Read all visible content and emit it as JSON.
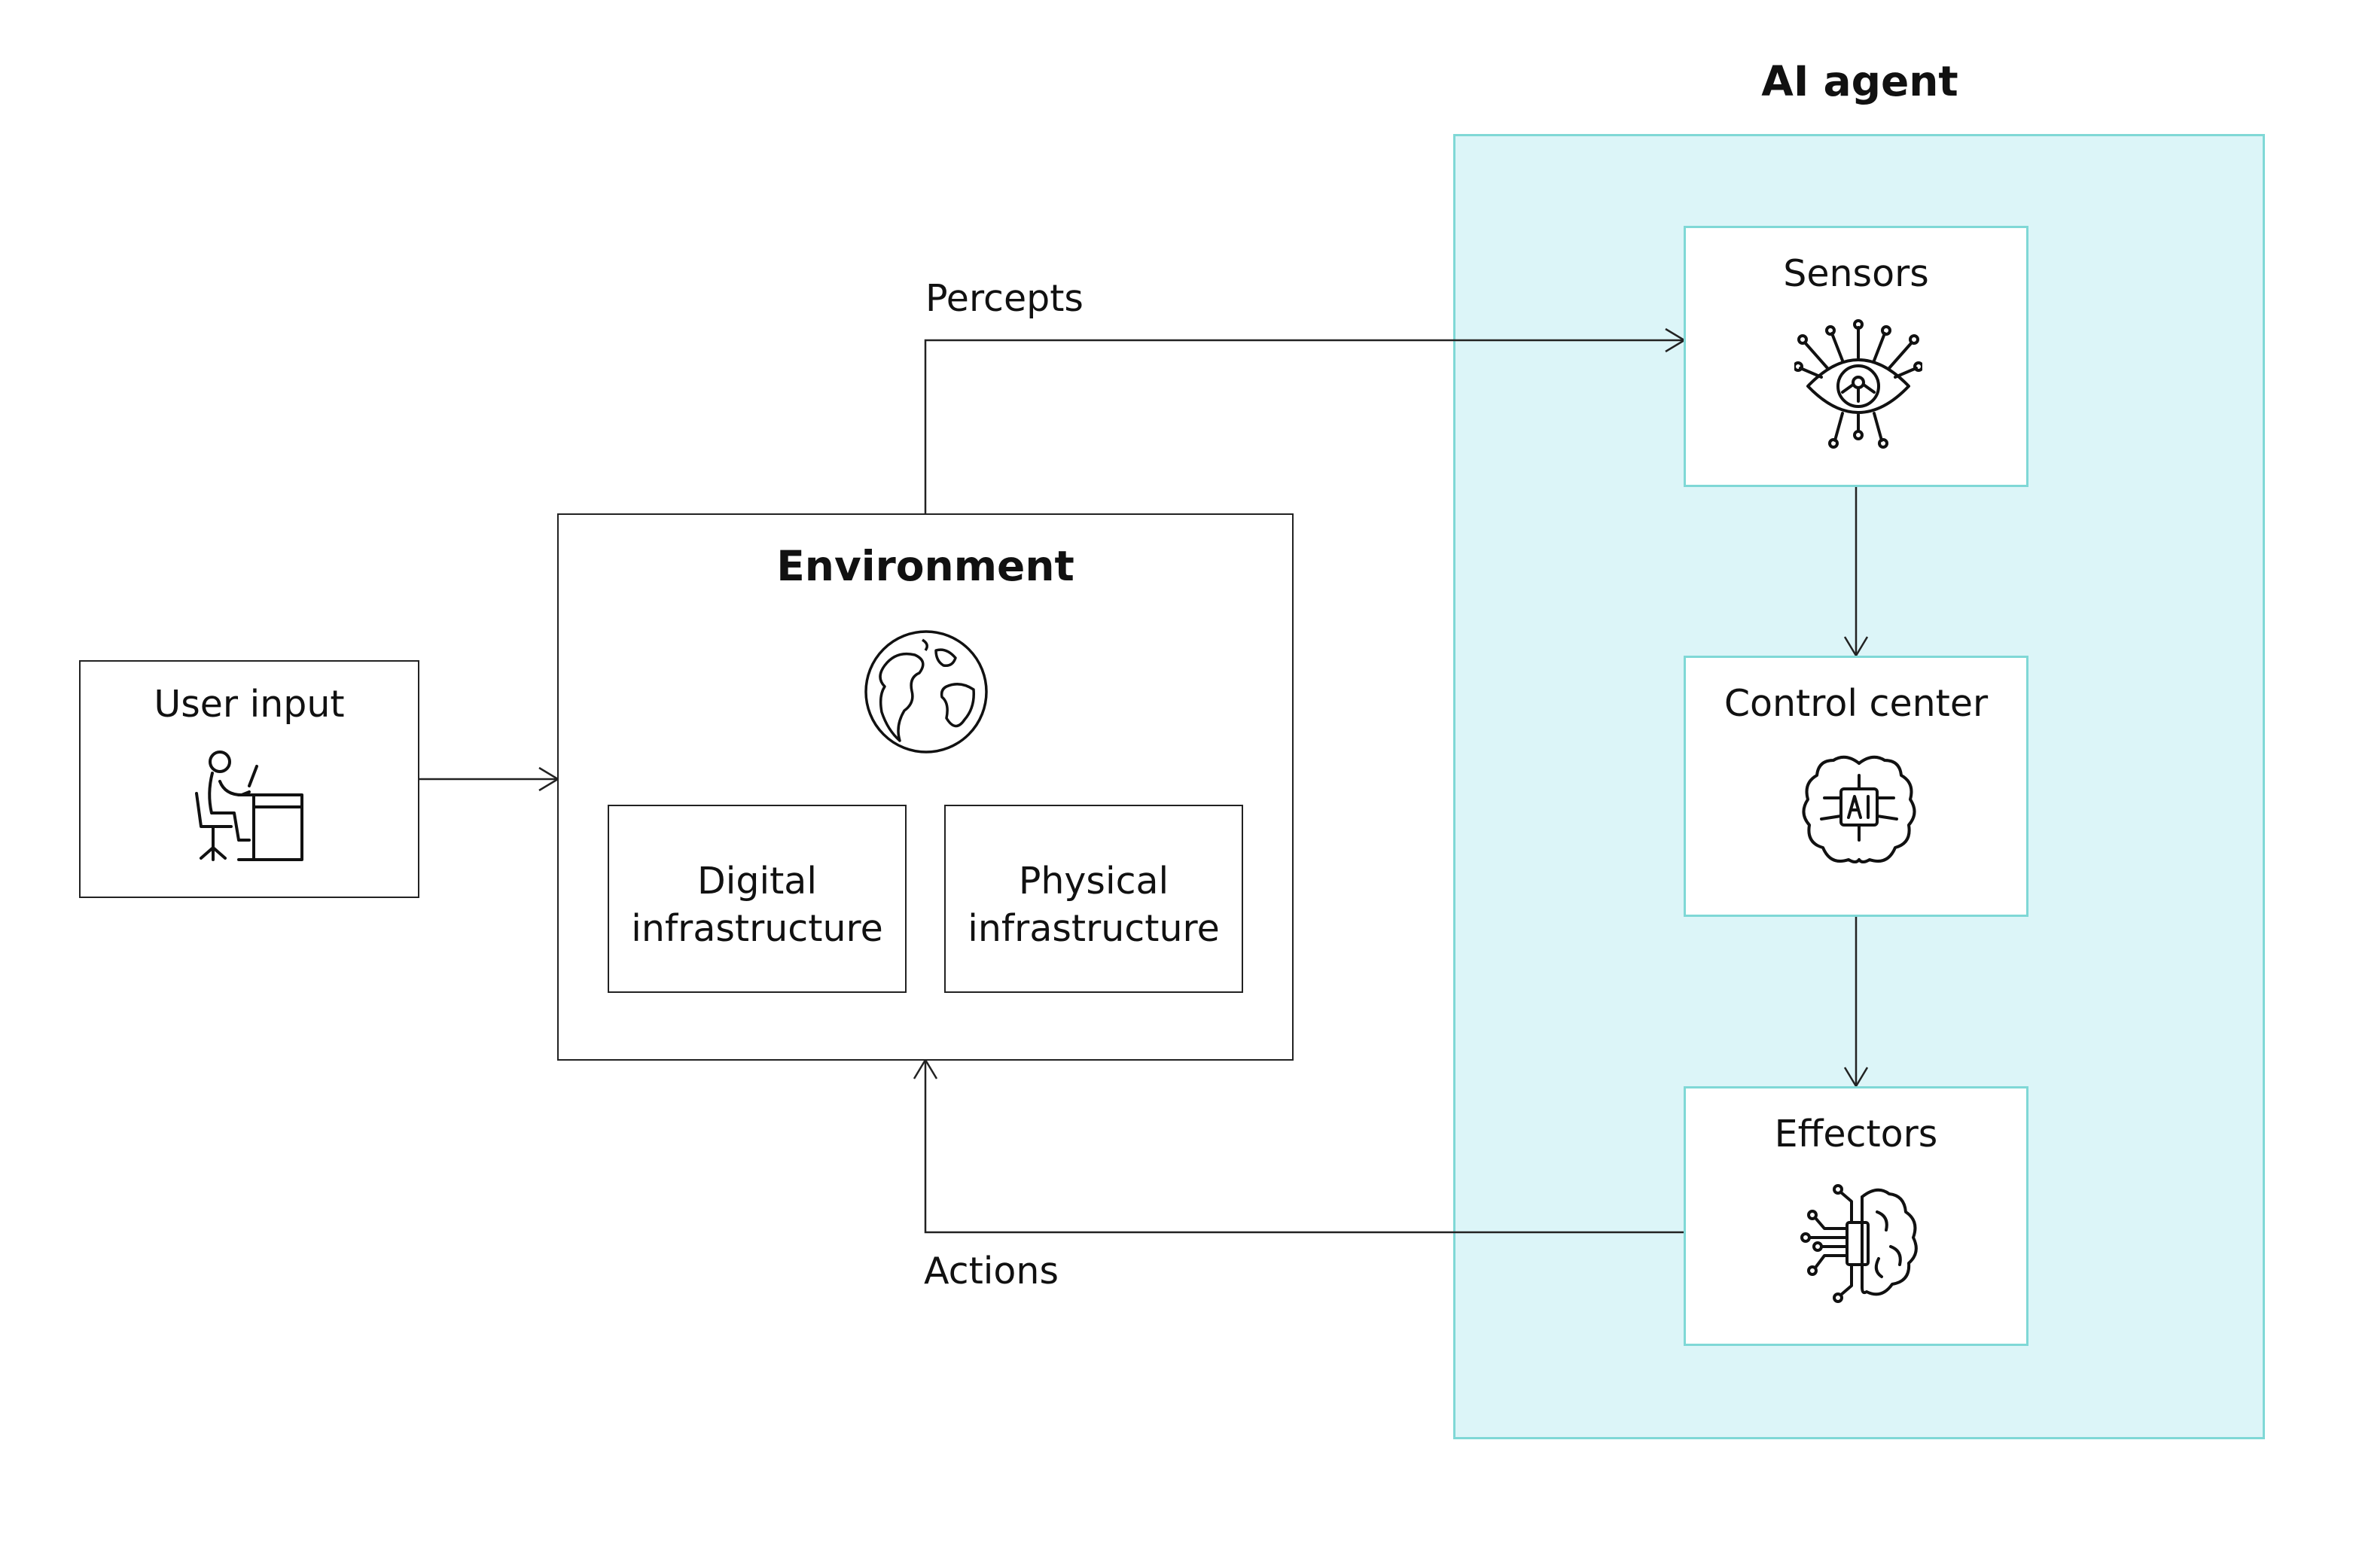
{
  "agent": {
    "title": "AI agent"
  },
  "user_input": {
    "label": "User input",
    "icon": "person-at-desk-icon"
  },
  "environment": {
    "title": "Environment",
    "icon": "globe-icon",
    "digital": "Digital\ninfrastructure",
    "physical": "Physical\ninfrastructure"
  },
  "sensors": {
    "label": "Sensors",
    "icon": "ai-eye-circuit-icon"
  },
  "control_center": {
    "label": "Control center",
    "icon": "ai-brain-icon"
  },
  "effectors": {
    "label": "Effectors",
    "icon": "brain-circuit-icon"
  },
  "flows": {
    "percepts": "Percepts",
    "actions": "Actions"
  },
  "colors": {
    "agent_fill": "#dcf5f8",
    "agent_border": "#7fd8d6",
    "line": "#222222"
  }
}
